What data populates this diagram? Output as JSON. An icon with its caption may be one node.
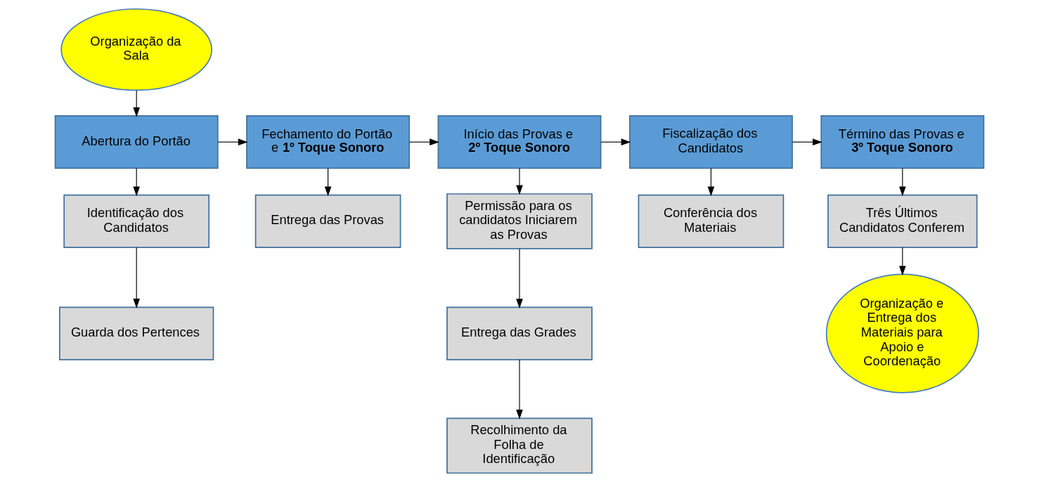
{
  "diagram": {
    "nodes": [
      {
        "text": [
          "Organização da Sala"
        ]
      },
      {
        "text": [
          "Abertura do Portão"
        ]
      },
      {
        "text": [
          "Fechamento do Portão e **1º Toque Sonoro**"
        ]
      },
      {
        "text": [
          "Início das Provas e **2º Toque Sonoro**"
        ]
      },
      {
        "text": [
          "Fiscalização dos Candidatos"
        ]
      },
      {
        "text": [
          "Término das Provas e **3º Toque Sonoro**"
        ]
      },
      {
        "text": [
          "Identificação dos Candidatos"
        ]
      },
      {
        "text": [
          "Guarda dos Pertences"
        ]
      },
      {
        "text": [
          "Entrega das Provas"
        ]
      },
      {
        "text": [
          "Permissão para os candidatos Iniciarem as Provas"
        ]
      },
      {
        "text": [
          "Entrega das Grades"
        ]
      },
      {
        "text": [
          "Recolhimento da Folha de Identificação"
        ]
      },
      {
        "text": [
          "Conferência dos Materiais"
        ]
      },
      {
        "text": [
          "Três Últimos Candidatos Conferem"
        ]
      },
      {
        "text": [
          "Organização e Entrega dos Materiais para Apoio e Coordenação"
        ]
      }
    ],
    "edges": [
      {
        "from": 0,
        "to": 1,
        "arrow": "to"
      },
      {
        "from": 1,
        "to": 2,
        "arrow": "to"
      },
      {
        "from": 2,
        "to": 3,
        "arrow": "to"
      },
      {
        "from": 3,
        "to": 4,
        "arrow": "to"
      },
      {
        "from": 4,
        "to": 5,
        "arrow": "to"
      },
      {
        "from": 1,
        "to": 6,
        "arrow": "to"
      },
      {
        "from": 6,
        "to": 7,
        "arrow": "to"
      },
      {
        "from": 2,
        "to": 8,
        "arrow": "to"
      },
      {
        "from": 3,
        "to": 9,
        "arrow": "to"
      },
      {
        "from": 9,
        "to": 10,
        "arrow": "to"
      },
      {
        "from": 10,
        "to": 11,
        "arrow": "to"
      },
      {
        "from": 4,
        "to": 12,
        "arrow": "to"
      },
      {
        "from": 5,
        "to": 13,
        "arrow": "to"
      },
      {
        "from": 13,
        "to": 14,
        "arrow": "to"
      }
    ]
  }
}
